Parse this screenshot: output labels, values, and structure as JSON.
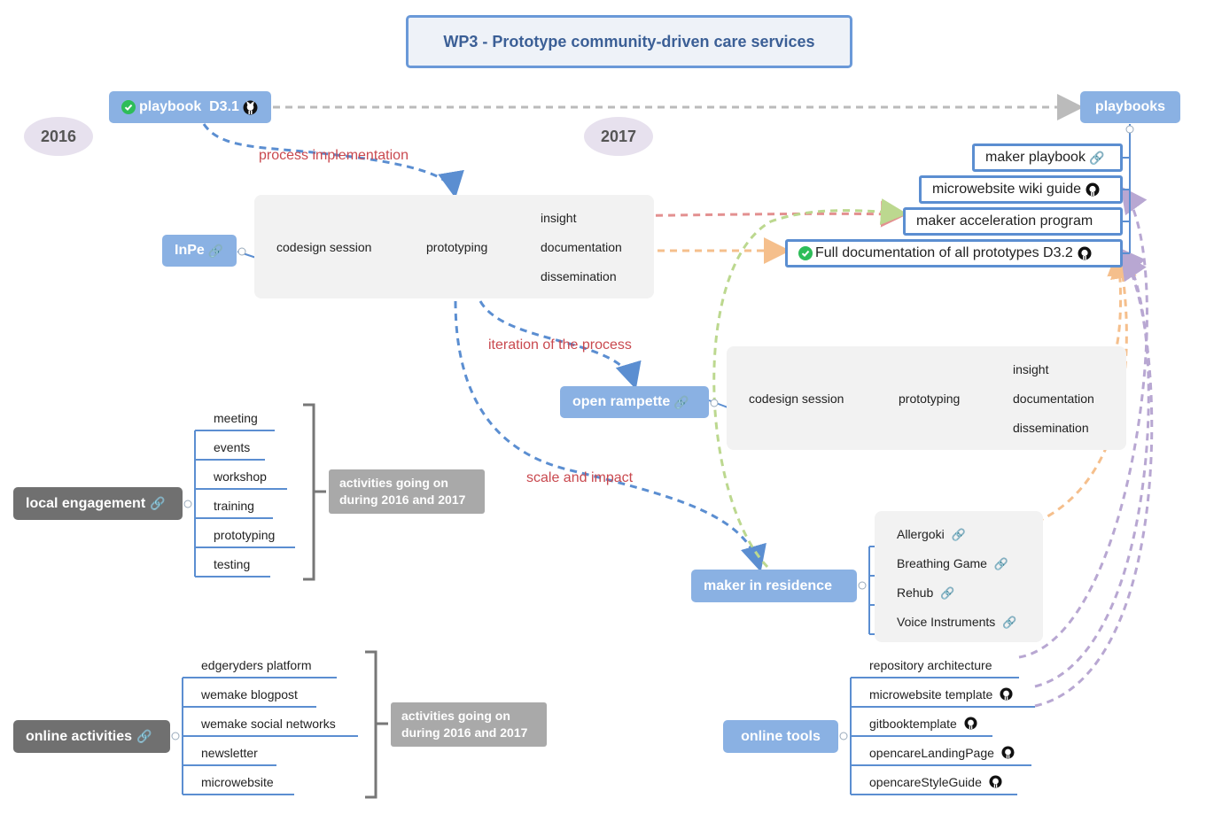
{
  "title": "WP3 - Prototype community-driven care services",
  "years": {
    "y2016": "2016",
    "y2017": "2017"
  },
  "nodes": {
    "playbook": "playbook  D3.1",
    "playbooks": "playbooks",
    "inpe": "InPe",
    "open_rampette": "open rampette",
    "maker_in_residence": "maker in residence",
    "local_engagement": "local engagement",
    "online_activities": "online activities",
    "online_tools": "online tools"
  },
  "edge_labels": {
    "process_implementation": "process implementation",
    "iteration": "iteration of the process",
    "scale": "scale and impact"
  },
  "inpe_flow": {
    "codesign": "codesign session",
    "prototyping": "prototyping",
    "leaves": [
      "insight",
      "documentation",
      "dissemination"
    ]
  },
  "rampette_flow": {
    "codesign": "codesign session",
    "prototyping": "prototyping",
    "leaves": [
      "insight",
      "documentation",
      "dissemination"
    ]
  },
  "playbook_items": [
    "maker playbook",
    "microwebsite wiki guide",
    "maker acceleration program",
    "Full documentation of all prototypes D3.2"
  ],
  "local_items": [
    "meeting",
    "events",
    "workshop",
    "training",
    "prototyping",
    "testing"
  ],
  "local_note": "activities going on during 2016 and 2017",
  "online_items": [
    "edgeryders platform",
    "wemake blogpost",
    "wemake social networks",
    "newsletter",
    "microwebsite"
  ],
  "online_note": "activities going on during 2016 and 2017",
  "residence_items": [
    "Allergoki",
    "Breathing Game",
    "Rehub",
    "Voice Instruments"
  ],
  "tools_items": [
    "repository architecture",
    "microwebsite template",
    "gitbooktemplate",
    "opencareLandingPage",
    "opencareStyleGuide"
  ],
  "colors": {
    "blue": "#5b8ed1",
    "red": "#e39090",
    "orange": "#f5bf8c",
    "green": "#bcd88f",
    "purple": "#b8a7d2",
    "gray": "#bbbbbb",
    "check": "#2ebd59"
  },
  "icons": {
    "link": "link-icon",
    "github": "github-icon",
    "check": "check-icon"
  }
}
